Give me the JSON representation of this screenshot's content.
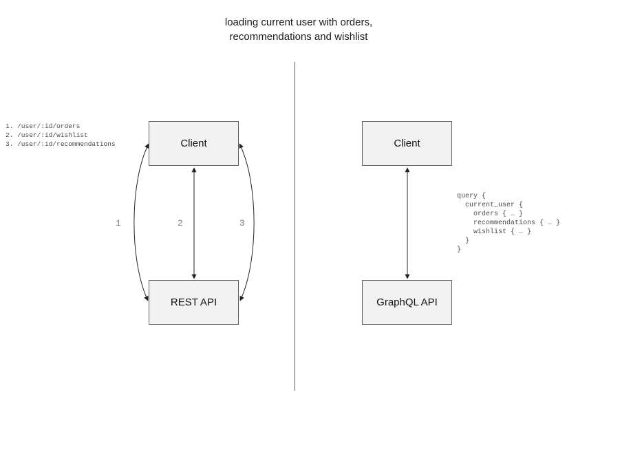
{
  "title": "loading current user with orders,\nrecommendations and wishlist",
  "rest": {
    "endpoints_code": "1. /user/:id/orders\n2. /user/:id/wishlist\n3. /user/:id/recommendations",
    "client_label": "Client",
    "api_label": "REST API",
    "arrows": [
      {
        "label": "1"
      },
      {
        "label": "2"
      },
      {
        "label": "3"
      }
    ]
  },
  "graphql": {
    "client_label": "Client",
    "api_label": "GraphQL API",
    "query_code": "query {\n  current_user {\n    orders { … }\n    recommendations { … }\n    wishlist { … }\n  }\n}"
  },
  "colors": {
    "node_fill": "#f2f2f2",
    "node_border": "#5f5f5f",
    "arrow_stroke": "#222222",
    "code_text": "#4a4a4a",
    "label_text": "#808080"
  }
}
